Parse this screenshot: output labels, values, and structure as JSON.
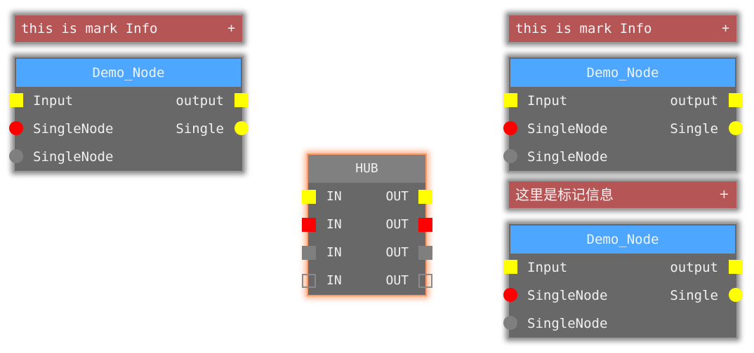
{
  "marks": [
    {
      "text": "this is mark Info",
      "plus": "+"
    },
    {
      "text": "this is mark Info",
      "plus": "+"
    },
    {
      "text": "这里是标记信息",
      "plus": "+"
    }
  ],
  "nodes": [
    {
      "title": "Demo_Node",
      "rows": [
        {
          "left": "Input",
          "right": "output"
        },
        {
          "left": "SingleNode",
          "right": "Single"
        },
        {
          "left": "SingleNode",
          "right": ""
        }
      ]
    },
    {
      "title": "Demo_Node",
      "rows": [
        {
          "left": "Input",
          "right": "output"
        },
        {
          "left": "SingleNode",
          "right": "Single"
        },
        {
          "left": "SingleNode",
          "right": ""
        }
      ]
    },
    {
      "title": "Demo_Node",
      "rows": [
        {
          "left": "Input",
          "right": "output"
        },
        {
          "left": "SingleNode",
          "right": "Single"
        },
        {
          "left": "SingleNode",
          "right": ""
        }
      ]
    }
  ],
  "hub": {
    "title": "HUB",
    "rows": [
      {
        "left": "IN",
        "right": "OUT"
      },
      {
        "left": "IN",
        "right": "OUT"
      },
      {
        "left": "IN",
        "right": "OUT"
      },
      {
        "left": "IN",
        "right": "OUT"
      }
    ]
  },
  "colors": {
    "mark_bg": "#b65555",
    "node_title_bg": "#4da6ff",
    "node_body_bg": "#686868",
    "hub_border": "#ff9966",
    "port_yellow": "#ffff00",
    "port_red": "#ff0000",
    "port_gray": "#7f7f7f"
  }
}
